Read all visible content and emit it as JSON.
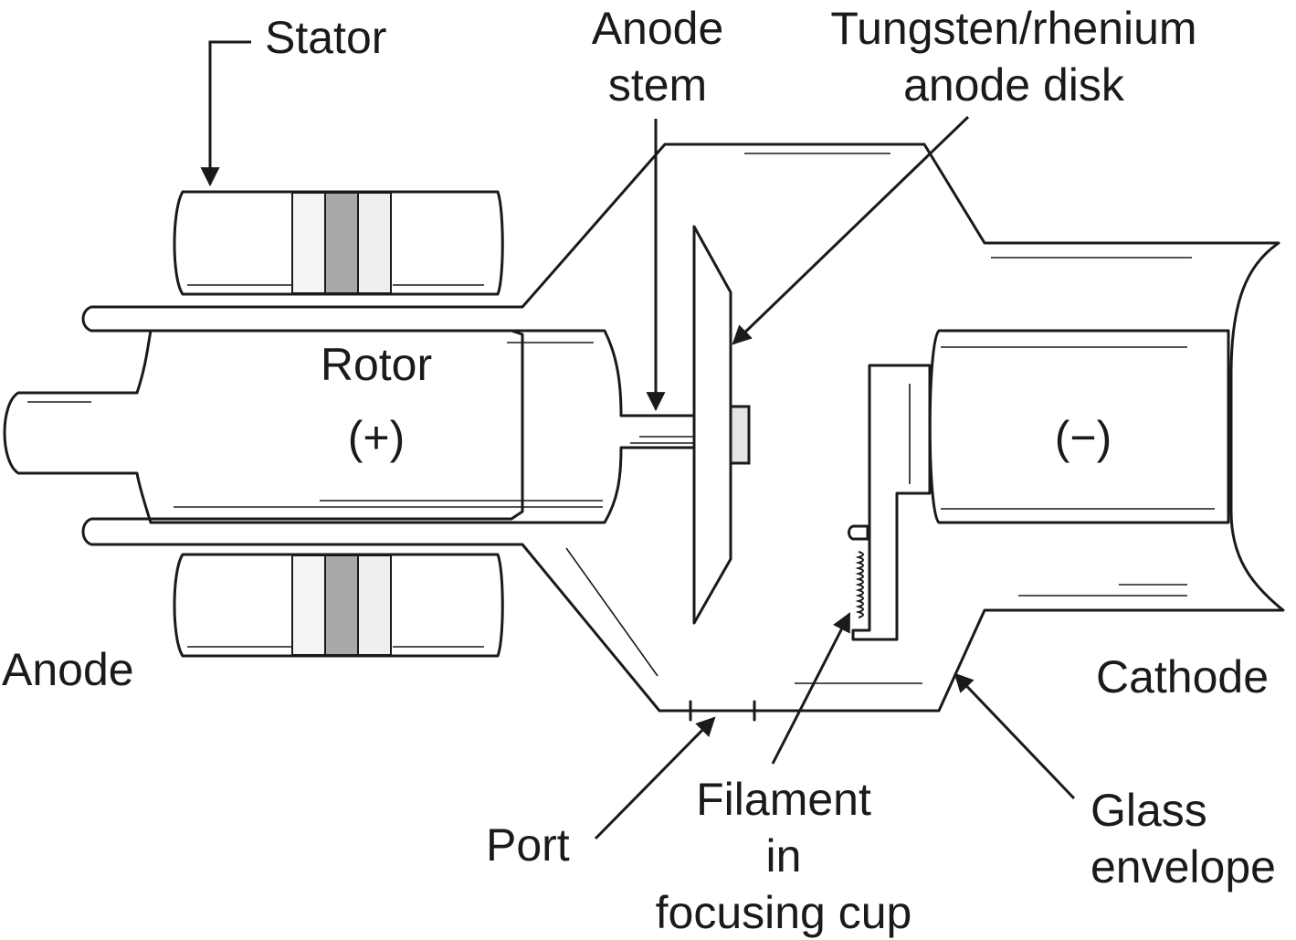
{
  "labels": {
    "stator": "Stator",
    "anode_stem_1": "Anode",
    "anode_stem_2": "stem",
    "disk_1": "Tungsten/rhenium",
    "disk_2": "anode disk",
    "rotor": "Rotor",
    "plus": "(+)",
    "minus": "(−)",
    "anode": "Anode",
    "cathode": "Cathode",
    "port": "Port",
    "filament_1": "Filament",
    "filament_2": "in",
    "filament_3": "focusing cup",
    "glass_1": "Glass",
    "glass_2": "envelope"
  },
  "colors": {
    "line": "#1a1a1a",
    "metal_dark": "#8a8a8a",
    "metal_light": "#f2f2f2",
    "glass": "#ececec"
  }
}
